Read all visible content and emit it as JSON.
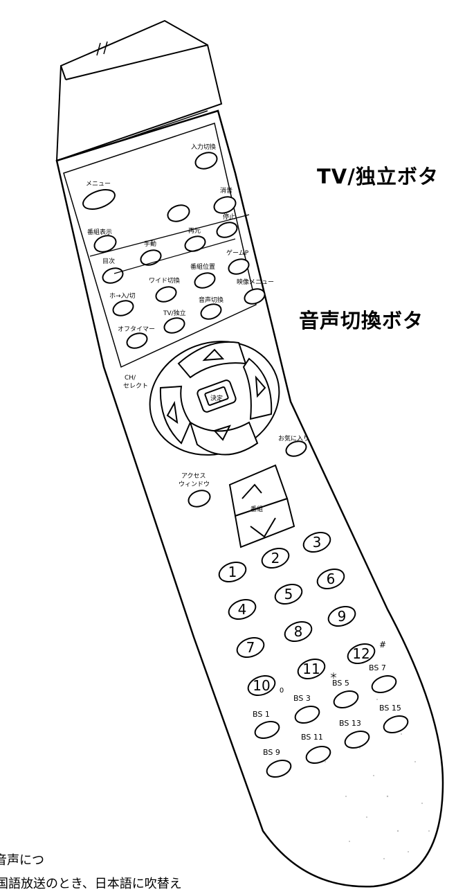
{
  "callouts": {
    "tv_independent": "TV/独立ボタ",
    "audio_switch": "音声切換ボタ"
  },
  "notes": {
    "line1": "音声につ",
    "line2": "国語放送のとき、日本語に吹替え"
  },
  "remote": {
    "upper_panel": {
      "input_switch": "入力切換",
      "menu": "メニュー",
      "mute": "消音",
      "program_display": "番組表示",
      "list": "目次",
      "hand": "手動",
      "replay": "再元",
      "stop": "停止",
      "game_p": "ゲームP",
      "auto_input": "ホ→入/切",
      "wide_switch": "ワイド切換",
      "program_position": "番組位置",
      "video_menu": "映像メニュー",
      "off_timer": "オフタイマー",
      "tv_independent": "TV/独立",
      "audio_switch": "音声切換"
    },
    "ch_select": "CH/\nセレクト",
    "ch_select_line1": "CH/",
    "ch_select_line2": "セレクト",
    "enter": "決定",
    "favorite": "お気に入り",
    "access_window_1": "アクセス",
    "access_window_2": "ウィンドウ",
    "channel": "番組",
    "digits": [
      "1",
      "2",
      "3",
      "4",
      "5",
      "6",
      "7",
      "8",
      "9",
      "10",
      "11",
      "12"
    ],
    "digit_marks": {
      "zero": "0",
      "star": "＊",
      "hash": "#"
    },
    "bs": [
      "BS 1",
      "BS 3",
      "BS 5",
      "BS 7",
      "BS 9",
      "BS 11",
      "BS 13",
      "BS 15"
    ]
  }
}
